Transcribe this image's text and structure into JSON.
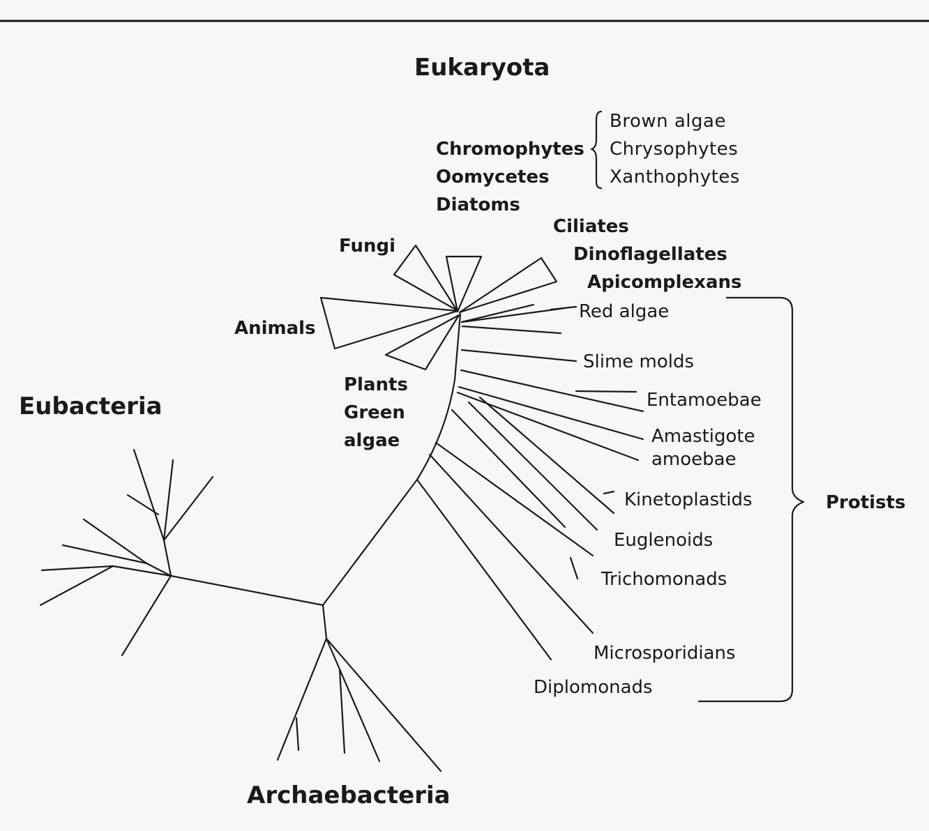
{
  "domains": {
    "eukaryota": "Eukaryota",
    "eubacteria": "Eubacteria",
    "archaebacteria": "Archaebacteria"
  },
  "chromophytes": {
    "groups": [
      "Chromophytes",
      "Oomycetes",
      "Diatoms"
    ],
    "members": [
      "Brown algae",
      "Chrysophytes",
      "Xanthophytes"
    ]
  },
  "groups": {
    "fungi": "Fungi",
    "animals": "Animals",
    "plants": [
      "Plants",
      "Green",
      "algae"
    ],
    "alveolates": [
      "Ciliates",
      "Dinoflagellates",
      "Apicomplexans"
    ]
  },
  "protist_lineages": [
    "Red algae",
    "Slime molds",
    "Entamoebae",
    "Amastigote",
    "amoebae",
    "Kinetoplastids",
    "Euglenoids",
    "Trichomonads",
    "Microsporidians",
    "Diplomonads"
  ],
  "protists_label": "Protists",
  "colors": {
    "ink": "#1a1a1a",
    "paper": "#f7f7f5"
  }
}
